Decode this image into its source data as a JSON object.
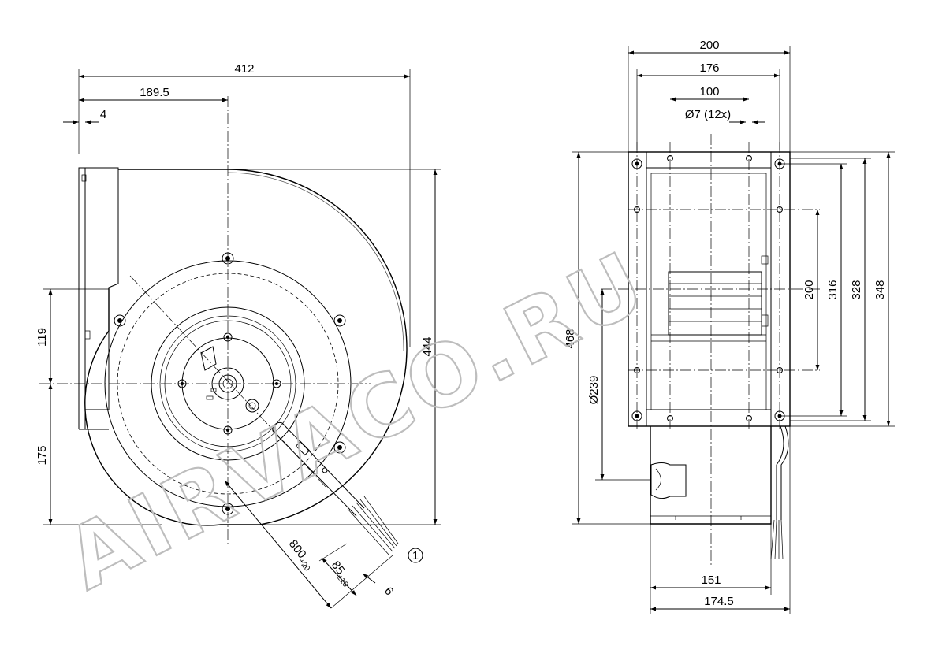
{
  "watermark": "AIRVACO.RU",
  "callout": "1",
  "front_view": {
    "width_total": "412",
    "offset_axis": "189.5",
    "flange": "4",
    "height_total": "444",
    "upper_outlet": "119",
    "lower_to_axis": "175",
    "cable_length": "800",
    "cable_length_tol": "+20",
    "strip_length": "85",
    "strip_length_tol": "±10",
    "wire_end": "6"
  },
  "side_view": {
    "width_200": "200",
    "width_176": "176",
    "width_100": "100",
    "holes": "Ø7 (12x)",
    "height_468": "468",
    "diam_239": "Ø239",
    "h_200": "200",
    "h_316": "316",
    "h_328": "328",
    "h_348": "348",
    "bottom_151": "151",
    "bottom_174_5": "174.5"
  }
}
